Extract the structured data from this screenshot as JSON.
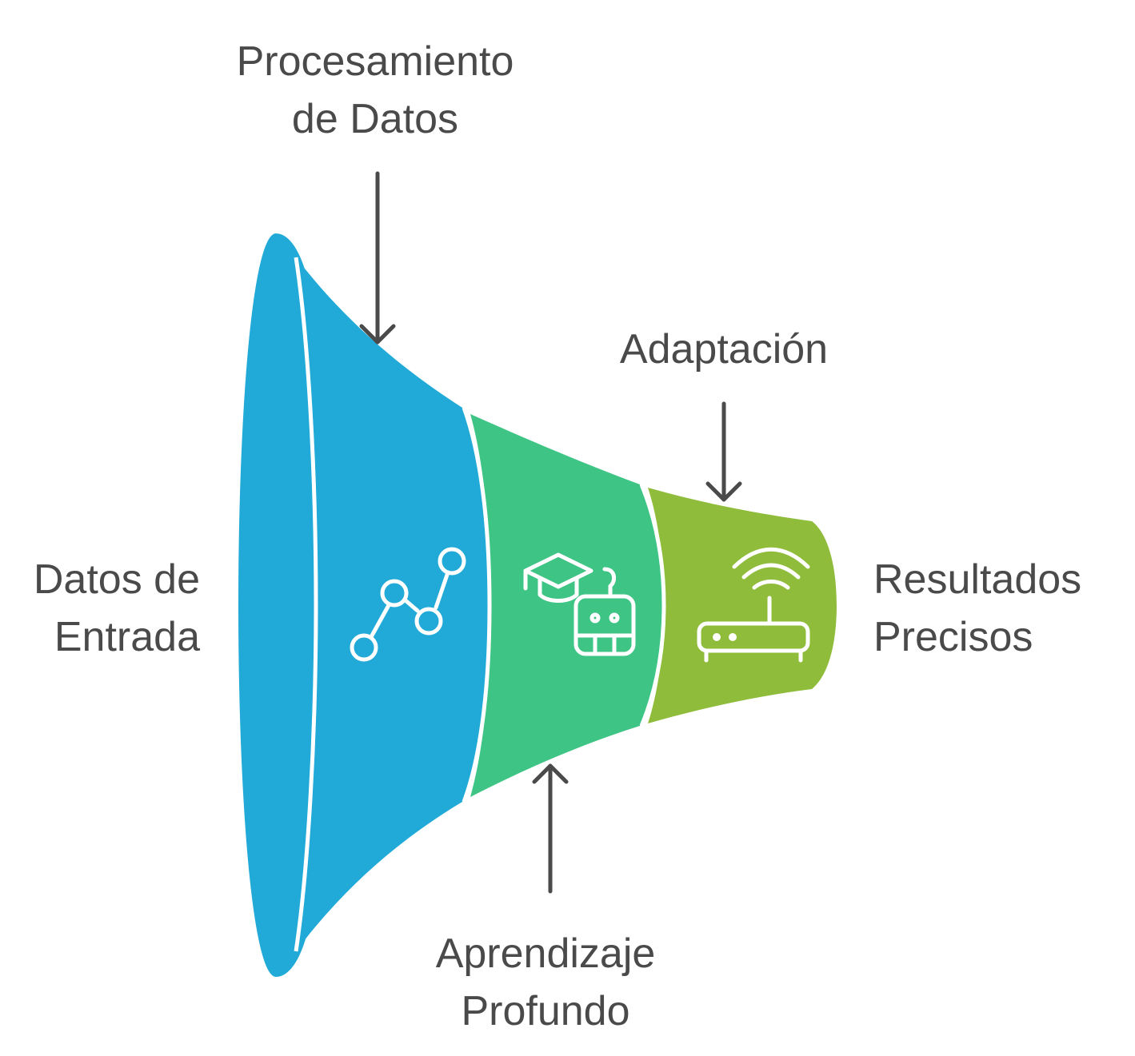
{
  "labels": {
    "input_line1": "Datos de",
    "input_line2": "Entrada",
    "processing_line1": "Procesamiento",
    "processing_line2": "de Datos",
    "adaptation": "Adaptación",
    "learning_line1": "Aprendizaje",
    "learning_line2": "Profundo",
    "results_line1": "Resultados",
    "results_line2": "Precisos"
  },
  "icons": {
    "stage1": "line-chart-icon",
    "stage2": "graduation-robot-icon",
    "stage3": "router-wifi-icon"
  },
  "colors": {
    "stage_blue": "#21aad8",
    "stage_green": "#3ec484",
    "stage_lime": "#8fbc3b",
    "text": "#4a4a4a"
  }
}
